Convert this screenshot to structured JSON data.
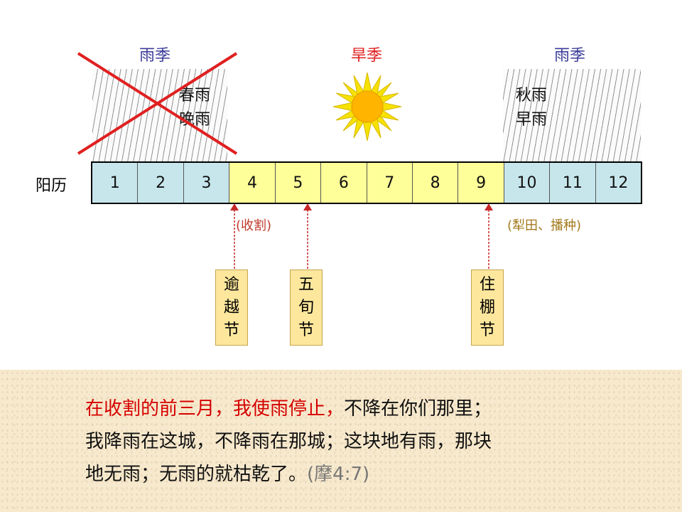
{
  "seasons": [
    {
      "label": "雨季",
      "color": "#3b3c9a"
    },
    {
      "label": "旱季",
      "color": "#e02020"
    },
    {
      "label": "雨季",
      "color": "#3b3c9a"
    }
  ],
  "rains": {
    "left": [
      "春雨",
      "晚雨"
    ],
    "right": [
      "秋雨",
      "早雨"
    ]
  },
  "calendar": {
    "label": "阳历",
    "months": [
      "1",
      "2",
      "3",
      "4",
      "5",
      "6",
      "7",
      "8",
      "9",
      "10",
      "11",
      "12"
    ],
    "rainy_color": "#c6e6ec",
    "dry_color": "#ffff99"
  },
  "notes": {
    "harvest": "(收割)",
    "plow": "(犁田、播种)"
  },
  "festivals": [
    [
      "逾",
      "越",
      "节"
    ],
    [
      "五",
      "旬",
      "节"
    ],
    [
      "住",
      "棚",
      "节"
    ]
  ],
  "quote": {
    "line1_red": "在收割的前三月，我使雨停止，",
    "line1_black": "不降在你们那里；",
    "line2": "我降雨在这城，不降雨在那城；这块地有雨，那块",
    "line3": "地无雨；无雨的就枯乾了。",
    "ref": "(摩4:7)"
  }
}
